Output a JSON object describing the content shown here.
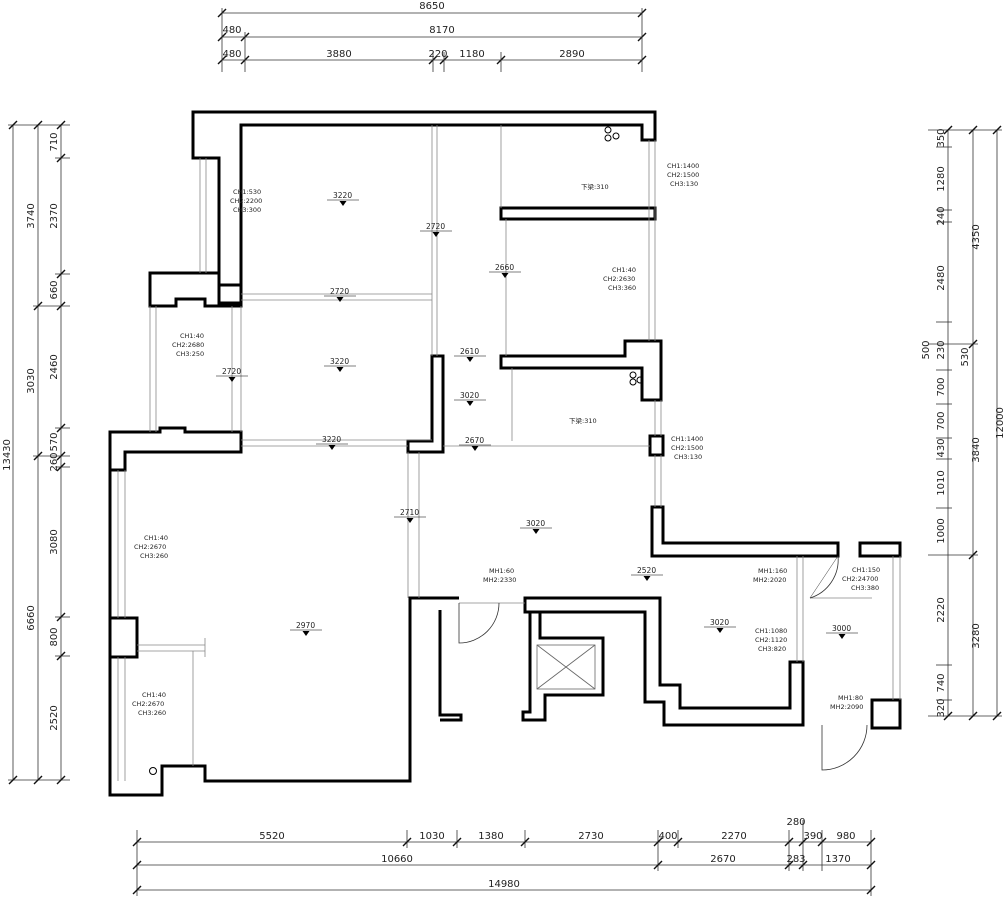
{
  "top_dimensions": {
    "overall": "8650",
    "row2": [
      "480",
      "8170"
    ],
    "row3": [
      "480",
      "3880",
      "220",
      "1180",
      "2890"
    ]
  },
  "bottom_dimensions": {
    "row1": [
      "5520",
      "1030",
      "1380",
      "2730",
      "400",
      "2270",
      "280",
      "390",
      "980"
    ],
    "row2": [
      "10660",
      "2670",
      "283",
      "1370"
    ],
    "overall": "14980"
  },
  "left_dimensions": {
    "overall": "13430",
    "mid": [
      "3740",
      "3030",
      "6660"
    ],
    "inner": [
      "710",
      "2370",
      "660",
      "2460",
      "570",
      "260",
      "3080",
      "800",
      "2520"
    ]
  },
  "right_dimensions": {
    "overall": "12000",
    "mid": [
      "4350",
      "3840",
      "3280"
    ],
    "inner": [
      "350",
      "1280",
      "240",
      "2480",
      "500",
      "230",
      "530",
      "700",
      "700",
      "430",
      "1010",
      "1000",
      "2220",
      "740",
      "320"
    ]
  },
  "ceiling_marks": [
    "3220",
    "2720",
    "2720",
    "2660",
    "3220",
    "2720",
    "2610",
    "3020",
    "3220",
    "2670",
    "2710",
    "3020",
    "2520",
    "2970",
    "3020",
    "3000"
  ],
  "room_notes": [
    [
      "CH1:530",
      "CH2:2200",
      "CH3:300"
    ],
    [
      "CH1:1400",
      "CH2:1500",
      "CH3:130"
    ],
    [
      "CH1:40",
      "CH2:2630",
      "CH3:360"
    ],
    [
      "CH1:40",
      "CH2:2680",
      "CH3:250"
    ],
    [
      "CH1:1400",
      "CH2:1500",
      "CH3:130"
    ],
    [
      "CH1:40",
      "CH2:2670",
      "CH3:260"
    ],
    [
      "CH1:40",
      "CH2:2670",
      "CH3:260"
    ],
    [
      "CH1:150",
      "CH2:24700",
      "CH3:380"
    ],
    [
      "CH1:1080",
      "CH2:1120",
      "CH3:820"
    ]
  ],
  "door_notes": [
    [
      "MH1:60",
      "MH2:2330"
    ],
    [
      "MH1:160",
      "MH2:2020"
    ],
    [
      "MH1:80",
      "MH2:2090"
    ]
  ],
  "window_sills": [
    "下梁:310",
    "下梁:310"
  ]
}
